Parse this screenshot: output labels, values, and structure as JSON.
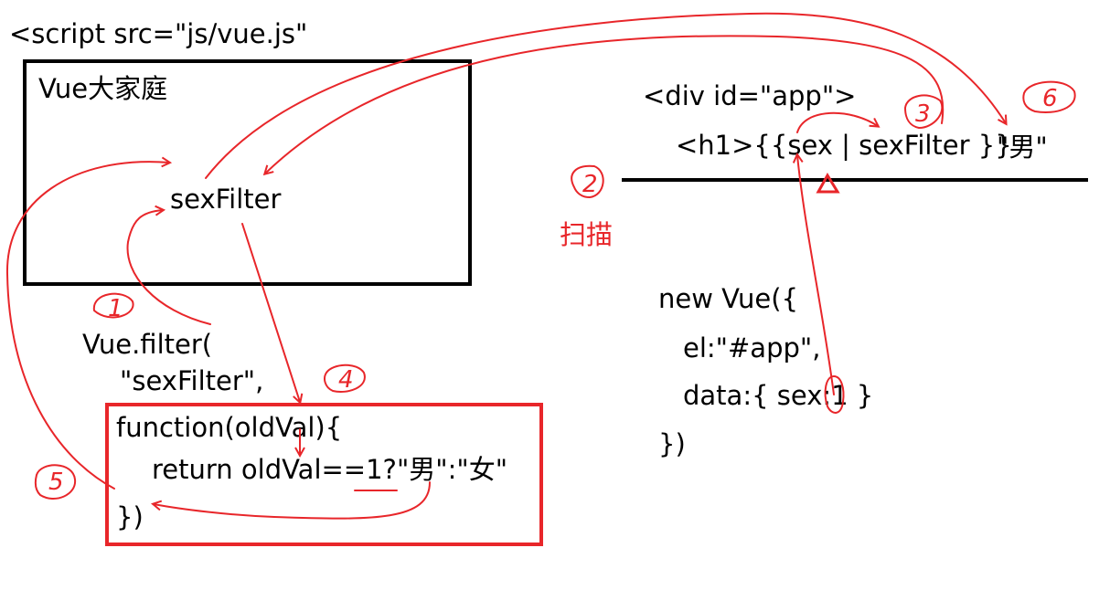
{
  "script_tag": "<script src=\"js/vue.js\"",
  "family_box": {
    "title": "Vue大家庭",
    "filter_name": "sexFilter"
  },
  "filter_call": {
    "line1": "Vue.filter(",
    "line2": "\"sexFilter\","
  },
  "function_box": {
    "line1": "function(oldVal){",
    "line2": "return oldVal==1?\"男\":\"女\"",
    "line3": "})"
  },
  "template": {
    "div_open": "<div id=\"app\">",
    "h1_line": "<h1>{{sex | sexFilter }}",
    "result": "\"男\""
  },
  "scan_label": "扫描",
  "vue_instance": {
    "line1": "new Vue({",
    "line2": "el:\"#app\",",
    "line3": "data:{ sex:1 }",
    "line4": "})"
  },
  "step_markers": [
    "1",
    "2",
    "3",
    "4",
    "5",
    "6"
  ],
  "colors": {
    "ink": "#000000",
    "annotation": "#e8262a"
  }
}
